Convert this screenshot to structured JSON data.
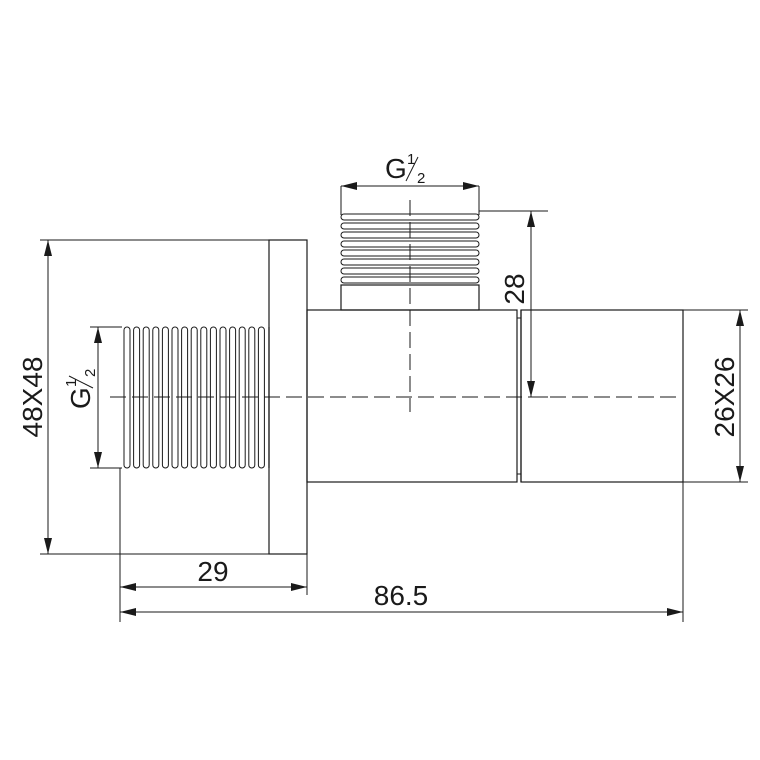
{
  "labels": {
    "thread_top_main": "G",
    "thread_top_num": "1",
    "thread_top_den": "2",
    "thread_side_main": "G",
    "thread_side_num": "1",
    "thread_side_den": "2",
    "height_top": "28",
    "flange_size": "48X48",
    "body_size": "26X26",
    "length_thread": "29",
    "length_total": "86.5"
  }
}
